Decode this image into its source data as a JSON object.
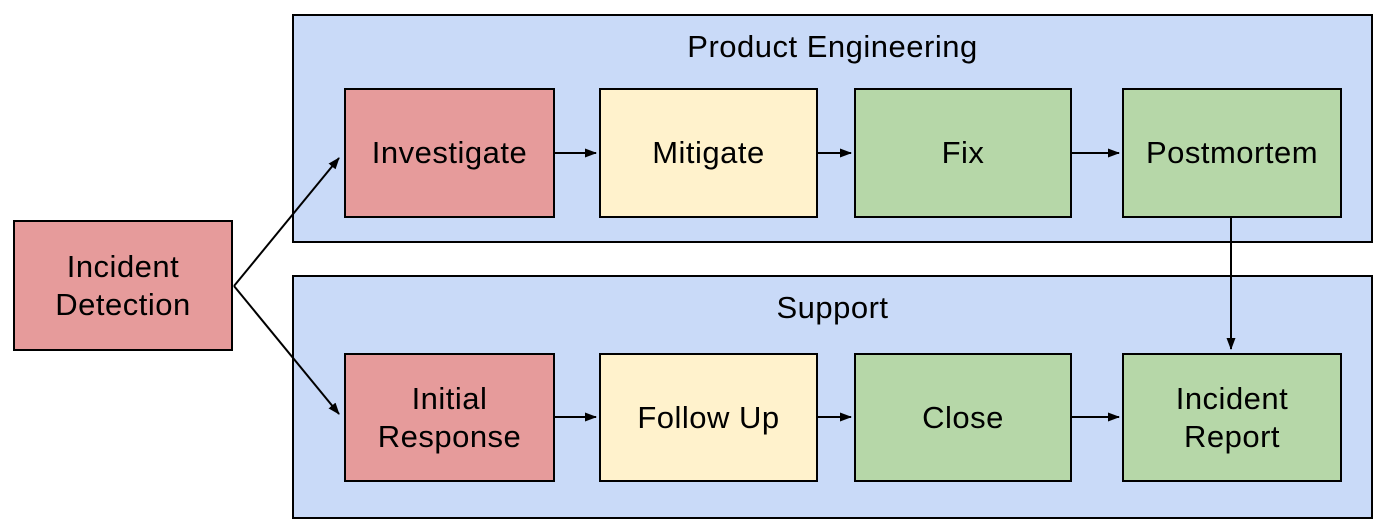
{
  "diagram": {
    "start": {
      "label": "Incident Detection"
    },
    "lanes": [
      {
        "title": "Product Engineering",
        "steps": [
          {
            "label": "Investigate",
            "color": "red"
          },
          {
            "label": "Mitigate",
            "color": "yellow"
          },
          {
            "label": "Fix",
            "color": "green"
          },
          {
            "label": "Postmortem",
            "color": "green"
          }
        ]
      },
      {
        "title": "Support",
        "steps": [
          {
            "label": "Initial Response",
            "color": "red"
          },
          {
            "label": "Follow Up",
            "color": "yellow"
          },
          {
            "label": "Close",
            "color": "green"
          },
          {
            "label": "Incident Report",
            "color": "green"
          }
        ]
      }
    ],
    "connections": [
      {
        "from": "Incident Detection",
        "to": "Investigate"
      },
      {
        "from": "Incident Detection",
        "to": "Initial Response"
      },
      {
        "from": "Investigate",
        "to": "Mitigate"
      },
      {
        "from": "Mitigate",
        "to": "Fix"
      },
      {
        "from": "Fix",
        "to": "Postmortem"
      },
      {
        "from": "Postmortem",
        "to": "Incident Report"
      },
      {
        "from": "Initial Response",
        "to": "Follow Up"
      },
      {
        "from": "Follow Up",
        "to": "Close"
      },
      {
        "from": "Close",
        "to": "Incident Report"
      }
    ],
    "colors": {
      "red": "#e69b9b",
      "yellow": "#fff2cc",
      "green": "#b6d7a8",
      "lane": "#c9daf8",
      "stroke": "#000000",
      "background": "#ffffff"
    }
  }
}
